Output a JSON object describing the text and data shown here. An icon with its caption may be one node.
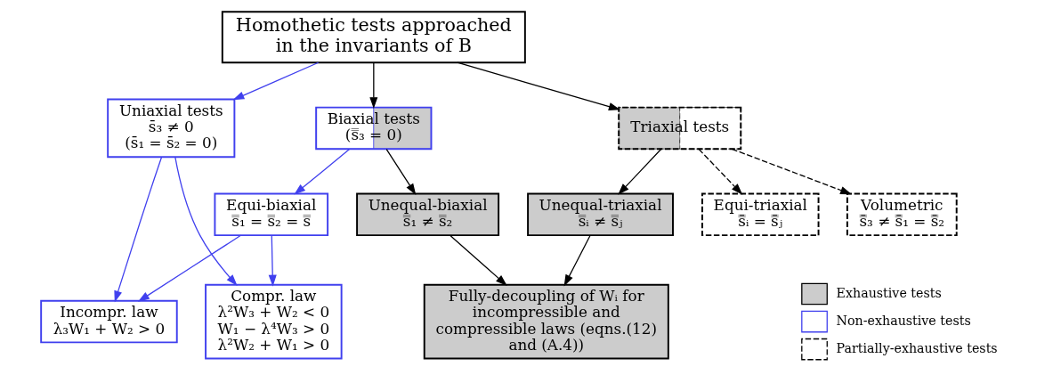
{
  "diagram": {
    "nodes": [
      {
        "text": [
          "Homothetic tests approached in the invariants of B"
        ]
      },
      {
        "text": [
          "Uniaxial tests",
          "s̄₃ ≠ 0",
          "(s̄₁ = s̄₂ = 0)"
        ]
      },
      {
        "text": [
          "Biaxial tests",
          "(s̿₃ = 0)"
        ]
      },
      {
        "text": [
          "Triaxial tests"
        ]
      },
      {
        "text": [
          "Equi-biaxial",
          "s̿₁ = s̿₂ = s̿"
        ]
      },
      {
        "text": [
          "Unequal-biaxial",
          "s̿₁ ≠ s̿₂"
        ]
      },
      {
        "text": [
          "Unequal-triaxial",
          "s̿ᵢ ≠ s̿ⱼ"
        ]
      },
      {
        "text": [
          "Equi-triaxial",
          "s̿̄ᵢ = s̿̄ⱼ"
        ]
      },
      {
        "text": [
          "Incompr. law",
          "λ₃W₁ + W₂ > 0"
        ]
      },
      {
        "text": [
          "Volumetric",
          "s̿̄₃ ≠ s̿̄₁ = s̿̄₂"
        ]
      },
      {
        "text": [
          "Fully-decoupling of Wᵢ for incompressible and compressible laws (eqns.(12) and (A.4))"
        ]
      },
      {
        "text": [
          "Compr. law",
          "λ²W₃ + W₂ < 0",
          "W₁ − λ⁴W₃ > 0",
          "λ²W₂ + W₁ > 0"
        ]
      }
    ],
    "edges": [
      {
        "from": 0,
        "to": 1,
        "arrow": "to",
        "color": "#4040ee"
      },
      {
        "from": 0,
        "to": 2,
        "arrow": "to"
      },
      {
        "from": 0,
        "to": 3,
        "arrow": "to"
      },
      {
        "from": 1,
        "to": 8,
        "arrow": "to",
        "color": "#4040ee"
      },
      {
        "from": 1,
        "to": 11,
        "arrow": "to",
        "color": "#4040ee"
      },
      {
        "from": 2,
        "to": 4,
        "arrow": "to",
        "color": "#4040ee"
      },
      {
        "from": 2,
        "to": 5,
        "arrow": "to"
      },
      {
        "from": 4,
        "to": 8,
        "arrow": "to",
        "color": "#4040ee"
      },
      {
        "from": 4,
        "to": 11,
        "arrow": "to",
        "color": "#4040ee"
      },
      {
        "from": 5,
        "to": 10,
        "arrow": "to"
      },
      {
        "from": 6,
        "to": 10,
        "arrow": "to"
      },
      {
        "from": 3,
        "to": 6,
        "arrow": "to"
      },
      {
        "from": 3,
        "to": 7,
        "arrow": "to",
        "style": "dashed"
      },
      {
        "from": 3,
        "to": 9,
        "arrow": "to",
        "style": "dashed"
      }
    ],
    "legend": [
      {
        "text": "Exhaustive tests",
        "color": "#cccccc"
      },
      {
        "text": "Non-exhaustive tests"
      },
      {
        "text": "Partially-exhaustive tests"
      }
    ]
  }
}
